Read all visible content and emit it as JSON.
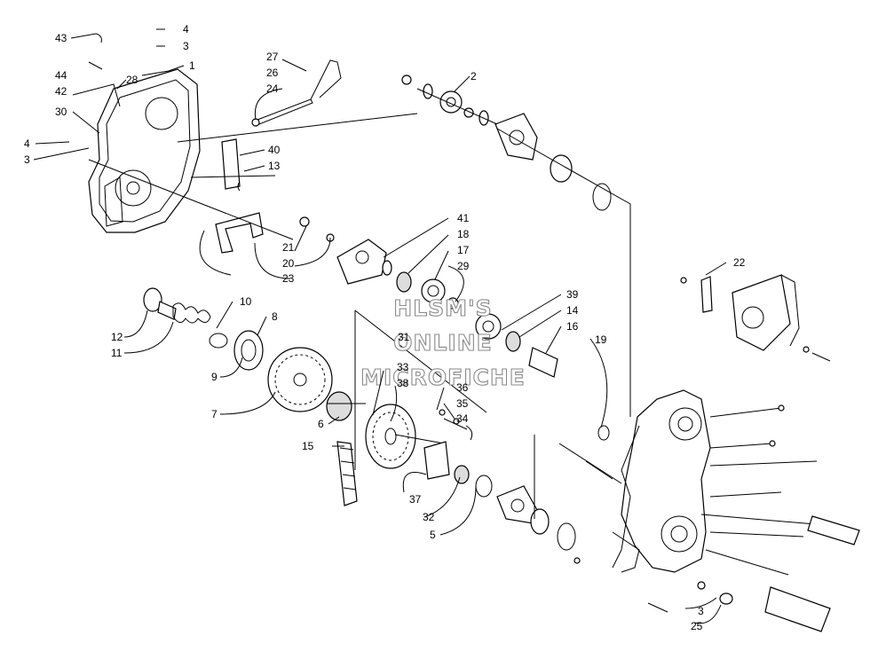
{
  "watermark": {
    "lines": [
      "HLSM'S",
      "ONLINE",
      "MICROFICHE"
    ]
  },
  "callouts": [
    "43",
    "4",
    "3",
    "44",
    "42",
    "28",
    "1",
    "30",
    "4",
    "3",
    "27",
    "26",
    "24",
    "40",
    "13",
    "2",
    "22",
    "41",
    "18",
    "17",
    "29",
    "21",
    "20",
    "23",
    "10",
    "8",
    "12",
    "11",
    "9",
    "7",
    "39",
    "14",
    "16",
    "19",
    "31",
    "33",
    "38",
    "36",
    "35",
    "34",
    "6",
    "15",
    "37",
    "32",
    "5",
    "3",
    "25"
  ]
}
